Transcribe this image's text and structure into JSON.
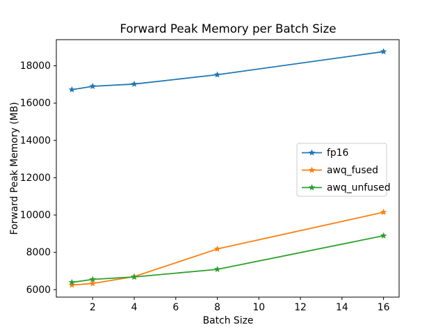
{
  "figure": {
    "background": "#ffffff"
  },
  "chart_data": {
    "type": "line",
    "title": "Forward Peak Memory per Batch Size",
    "xlabel": "Batch Size",
    "ylabel": "Forward Peak Memory (MB)",
    "x": [
      1,
      2,
      4,
      8,
      16
    ],
    "series": [
      {
        "name": "fp16",
        "color": "#1f77b4",
        "marker": "star",
        "values": [
          16720,
          16900,
          17020,
          17520,
          18760
        ]
      },
      {
        "name": "awq_fused",
        "color": "#ff7f0e",
        "marker": "star",
        "values": [
          6250,
          6330,
          6700,
          8180,
          10150
        ]
      },
      {
        "name": "awq_unfused",
        "color": "#2ca02c",
        "marker": "star",
        "values": [
          6390,
          6550,
          6680,
          7090,
          8890
        ]
      }
    ],
    "xticks": [
      2,
      4,
      6,
      8,
      10,
      12,
      14,
      16
    ],
    "yticks": [
      6000,
      8000,
      10000,
      12000,
      14000,
      16000,
      18000
    ],
    "xlim": [
      0.25,
      16.75
    ],
    "ylim": [
      5600,
      19400
    ],
    "grid": false,
    "legend": {
      "position": "center right",
      "entries": [
        "fp16",
        "awq_fused",
        "awq_unfused"
      ],
      "border_color": "#cccccc",
      "background": "#ffffff"
    },
    "spine_color": "#000000"
  }
}
